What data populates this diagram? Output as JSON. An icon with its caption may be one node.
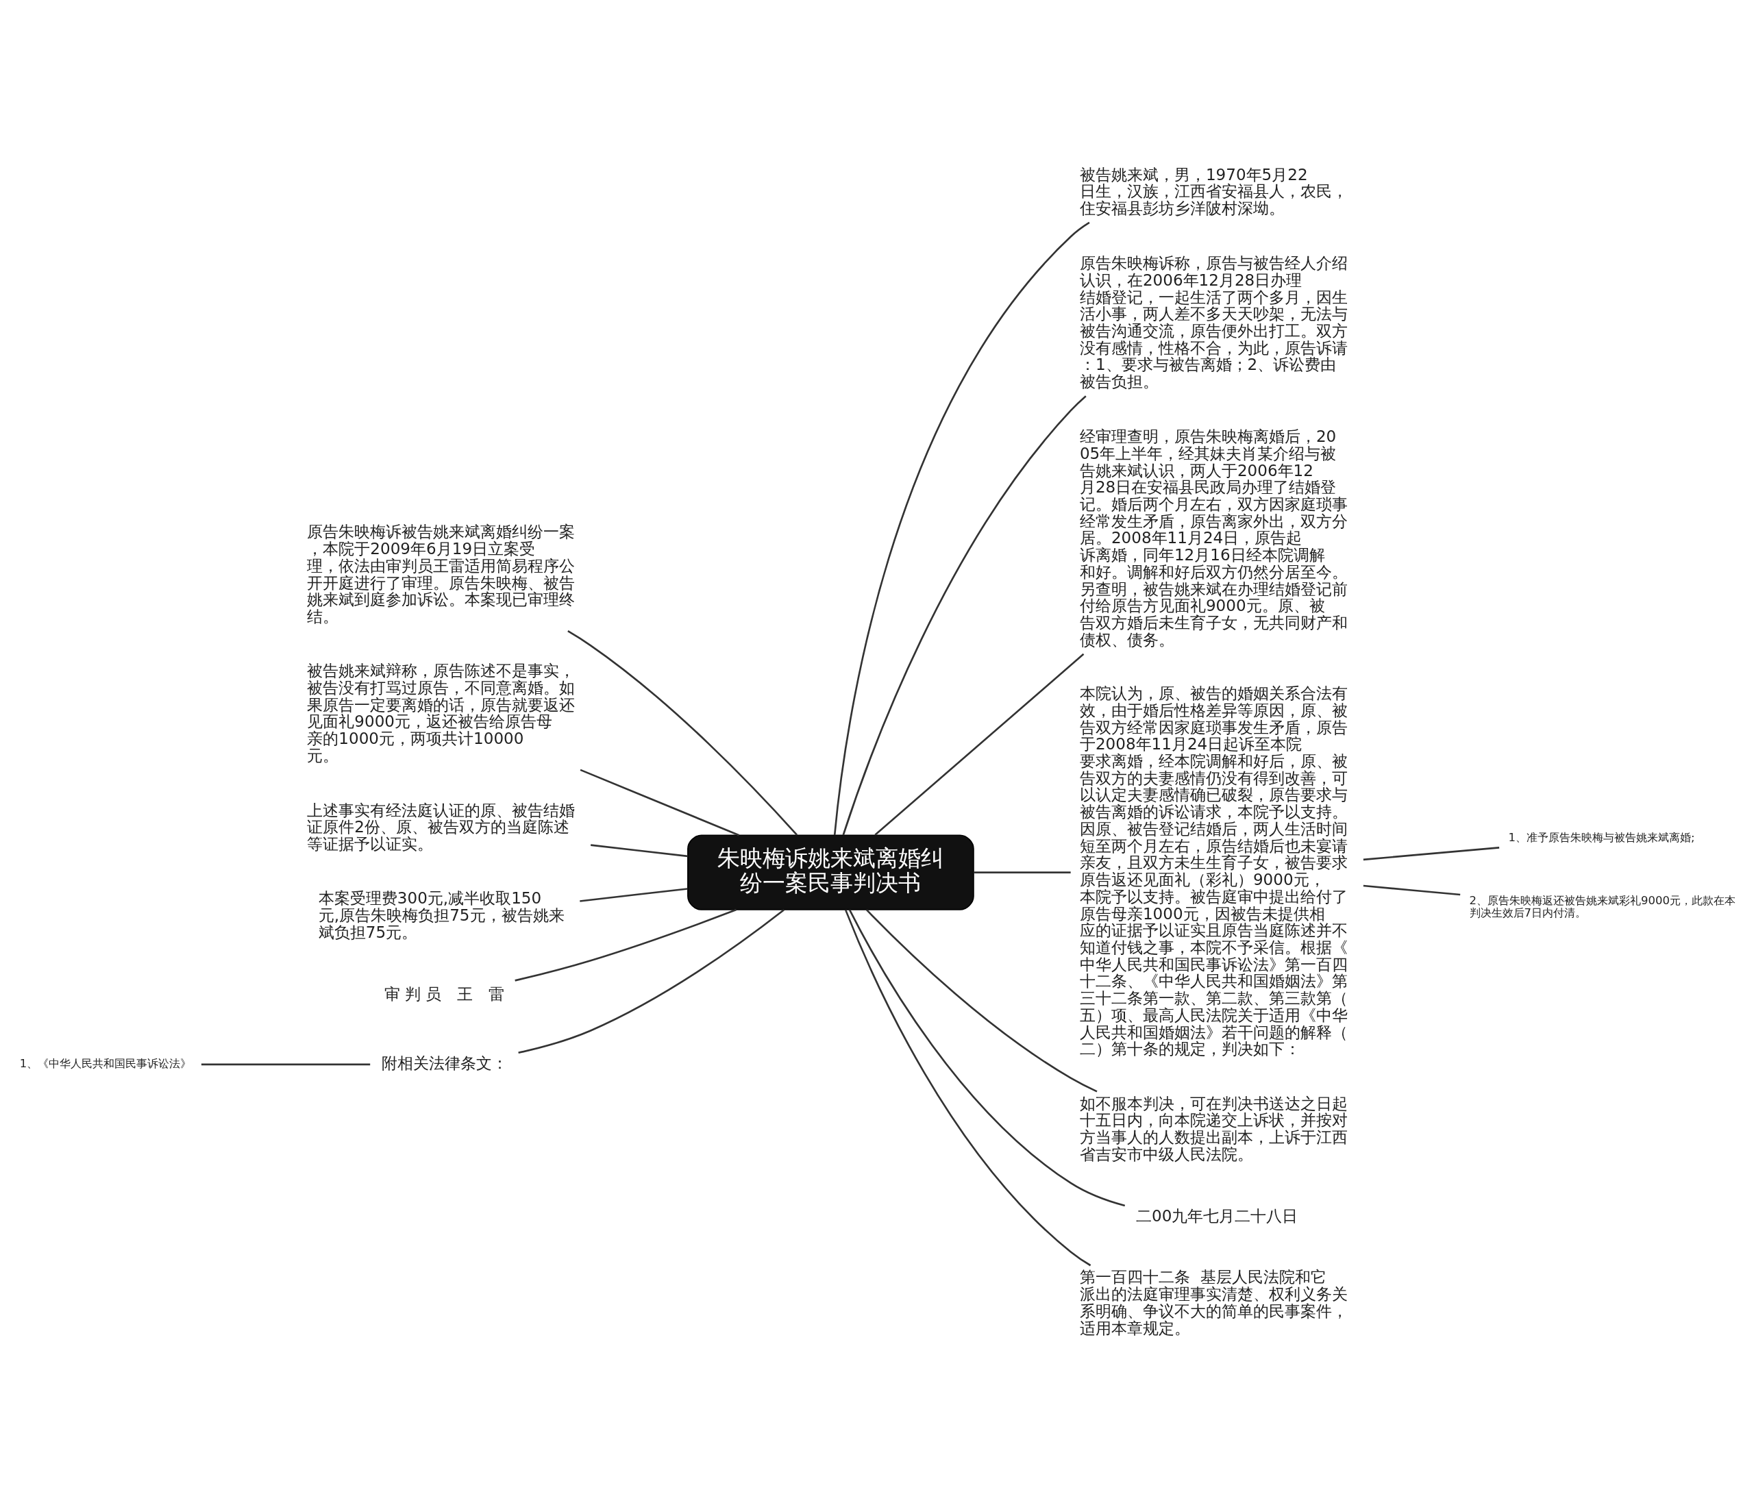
{
  "diagram": {
    "nodes": [
      {
        "text": [
          "朱映梅诉姚来斌离婚纠纷一案民事判决书"
        ]
      },
      {
        "text": [
          "被告姚来斌，男，1970年5月22日生，汉族，江西省安福县人，农民，住安福县彭坊乡洋陂村深坳。"
        ]
      },
      {
        "text": [
          "原告朱映梅诉称，原告与被告经人介绍认识，在2006年12月28日办理结婚登记，一起生活了两个多月，因生活小事，两人差不多天天吵架，无法与被告沟通交流，原告便外出打工。双方没有感情，性格不合，为此，原告诉请：1、要求与被告离婚；2、诉讼费由被告负担。"
        ]
      },
      {
        "text": [
          "经审理查明，原告朱映梅离婚后，2005年上半年，经其妹夫肖某介绍与被告姚来斌认识，两人于2006年12月28日在安福县民政局办理了结婚登记。婚后两个月左右，双方因家庭琐事经常发生矛盾，原告离家外出，双方分居。2008年11月24日，原告起诉离婚，同年12月16日经本院调解和好。调解和好后双方仍然分居至今。另查明，被告姚来斌在办理结婚登记前付给原告方见面礼9000元。原、被告双方婚后未生育子女，无共同财产和债权、债务。"
        ]
      },
      {
        "text": [
          "本院认为，原、被告的婚姻关系合法有效，由于婚后性格差异等原因，原、被告双方经常因家庭琐事发生矛盾，原告于2008年11月24日起诉至本院要求离婚，经本院调解和好后，原、被告双方的夫妻感情仍没有得到改善，可以认定夫妻感情确已破裂，原告要求与被告离婚的诉讼请求，本院予以支持。因原、被告登记结婚后，两人生活时间短至两个月左右，原告结婚后也未宴请亲友，且双方未生生育子女，被告要求原告返还见面礼（彩礼）9000元，本院予以支持。被告庭审中提出给付了原告母亲1000元，因被告未提供相应的证据予以证实且原告当庭陈述并不知道付钱之事，本院不予采信。根据《中华人民共和国民事诉讼法》第一百四十二条、《中华人民共和国婚姻法》第三十二条第一款、第二款、第三款第（五）项、最高人民法院关于适用《中华人民共和国婚姻法》若干问题的解释（二）第十条的规定，判决如下："
        ]
      },
      {
        "text": [
          "1、准予原告朱映梅与被告姚来斌离婚;"
        ]
      },
      {
        "text": [
          "2、原告朱映梅返还被告姚来斌彩礼9000元，此款在本判决生效后7日内付清。"
        ]
      },
      {
        "text": [
          "如不服本判决，可在判决书送达之日起十五日内，向本院递交上诉状，并按对方当事人的人数提出副本，上诉于江西省吉安市中级人民法院。"
        ]
      },
      {
        "text": [
          "二00九年七月二十八日"
        ]
      },
      {
        "text": [
          "第一百四十二条  基层人民法院和它派出的法庭审理事实清楚、权利义务关系明确、争议不大的简单的民事案件，适用本章规定。"
        ]
      },
      {
        "text": [
          "原告朱映梅诉被告姚来斌离婚纠纷一案，本院于2009年6月19日立案受理，依法由审判员王雷适用简易程序公开开庭进行了审理。原告朱映梅、被告姚来斌到庭参加诉讼。本案现已审理终结。"
        ]
      },
      {
        "text": [
          "被告姚来斌辩称，原告陈述不是事实，被告没有打骂过原告，不同意离婚。如果原告一定要离婚的话，原告就要返还见面礼9000元，返还被告给原告母亲的1000元，两项共计10000元。"
        ]
      },
      {
        "text": [
          "上述事实有经法庭认证的原、被告结婚证原件2份、原、被告双方的当庭陈述等证据予以证实。"
        ]
      },
      {
        "text": [
          "本案受理费300元,减半收取150元,原告朱映梅负担75元，被告姚来斌负担75元。"
        ]
      },
      {
        "text": [
          "审 判 员　王　雷"
        ]
      },
      {
        "text": [
          "附相关法律条文："
        ]
      },
      {
        "text": [
          "1、《中华人民共和国民事诉讼法》"
        ]
      }
    ],
    "edges": [
      {
        "from": 0,
        "to": 1,
        "arrow": "none"
      },
      {
        "from": 0,
        "to": 2,
        "arrow": "none"
      },
      {
        "from": 0,
        "to": 3,
        "arrow": "none"
      },
      {
        "from": 0,
        "to": 4,
        "arrow": "none"
      },
      {
        "from": 4,
        "to": 5,
        "arrow": "none"
      },
      {
        "from": 4,
        "to": 6,
        "arrow": "none"
      },
      {
        "from": 0,
        "to": 7,
        "arrow": "none"
      },
      {
        "from": 0,
        "to": 8,
        "arrow": "none"
      },
      {
        "from": 0,
        "to": 9,
        "arrow": "none"
      },
      {
        "from": 10,
        "to": 0,
        "arrow": "none"
      },
      {
        "from": 11,
        "to": 0,
        "arrow": "none"
      },
      {
        "from": 12,
        "to": 0,
        "arrow": "none"
      },
      {
        "from": 13,
        "to": 0,
        "arrow": "none"
      },
      {
        "from": 14,
        "to": 0,
        "arrow": "none"
      },
      {
        "from": 15,
        "to": 0,
        "arrow": "none"
      },
      {
        "from": 16,
        "to": 15,
        "arrow": "none"
      }
    ]
  }
}
